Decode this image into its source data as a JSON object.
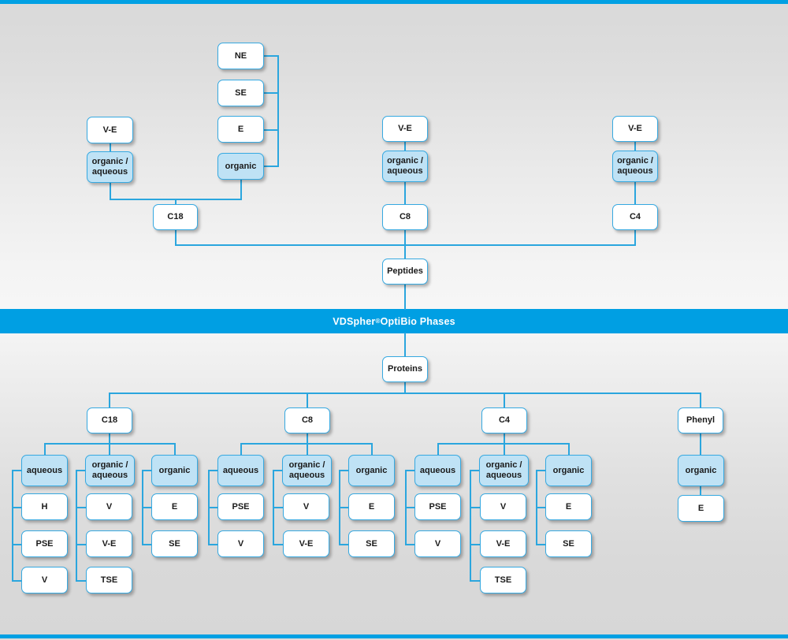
{
  "banner": {
    "brand": "VDSpher",
    "registered": "®",
    "rest": " OptiBio Phases",
    "color": "#009fe3"
  },
  "theme": {
    "line_color": "#2ba6de",
    "node_border": "#36a9e1",
    "node_fill_highlight": "#bfe2f5",
    "node_fill_plain": "#ffffff",
    "background_top": "#d9d9d9",
    "background_bottom": "#d7d7d7"
  },
  "peptides": {
    "root_label": "Peptides",
    "branches": [
      {
        "phase_label": "C18",
        "modifiers": [
          {
            "label": "V-E",
            "fill": false
          },
          {
            "label_line1": "organic /",
            "label_line2": "aqueous",
            "fill": true
          }
        ],
        "organic_stack_label_line1": "organic",
        "organic_stack_items": [
          {
            "label": "NE",
            "fill": false
          },
          {
            "label": "SE",
            "fill": false
          },
          {
            "label": "E",
            "fill": false
          },
          {
            "label": "organic",
            "fill": true
          }
        ]
      },
      {
        "phase_label": "C8",
        "modifiers": [
          {
            "label": "V-E",
            "fill": false
          },
          {
            "label_line1": "organic /",
            "label_line2": "aqueous",
            "fill": true
          }
        ]
      },
      {
        "phase_label": "C4",
        "modifiers": [
          {
            "label": "V-E",
            "fill": false
          },
          {
            "label_line1": "organic /",
            "label_line2": "aqueous",
            "fill": true
          }
        ]
      }
    ]
  },
  "proteins": {
    "root_label": "Proteins",
    "branches": [
      {
        "phase_label": "C18",
        "groups": [
          {
            "group_label": "aqueous",
            "children": [
              "H",
              "PSE",
              "V"
            ]
          },
          {
            "group_label_line1": "organic /",
            "group_label_line2": "aqueous",
            "children": [
              "V",
              "V-E",
              "TSE"
            ]
          },
          {
            "group_label": "organic",
            "children": [
              "E",
              "SE"
            ]
          }
        ]
      },
      {
        "phase_label": "C8",
        "groups": [
          {
            "group_label": "aqueous",
            "children": [
              "PSE",
              "V"
            ]
          },
          {
            "group_label_line1": "organic /",
            "group_label_line2": "aqueous",
            "children": [
              "V",
              "V-E"
            ]
          },
          {
            "group_label": "organic",
            "children": [
              "E",
              "SE"
            ]
          }
        ]
      },
      {
        "phase_label": "C4",
        "groups": [
          {
            "group_label": "aqueous",
            "children": [
              "PSE",
              "V"
            ]
          },
          {
            "group_label_line1": "organic /",
            "group_label_line2": "aqueous",
            "children": [
              "V",
              "V-E",
              "TSE"
            ]
          },
          {
            "group_label": "organic",
            "children": [
              "E",
              "SE"
            ]
          }
        ]
      },
      {
        "phase_label": "Phenyl",
        "groups": [
          {
            "group_label": "organic",
            "children": [
              "E"
            ]
          }
        ]
      }
    ]
  }
}
